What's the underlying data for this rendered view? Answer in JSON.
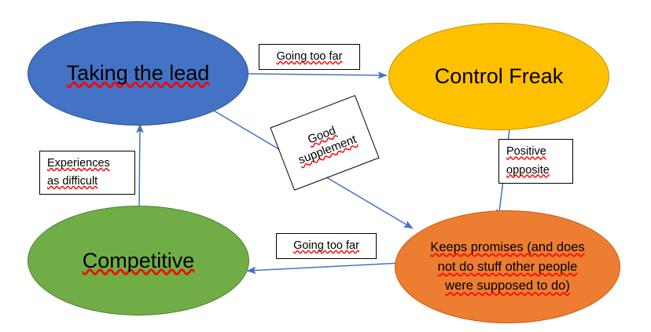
{
  "diagram": {
    "title": "Taking the lead / Control Freak / Competitive concept map",
    "background_color": "#FFFFFF",
    "connector_color": "#4472C4",
    "nodes": [
      {
        "id": "taking-the-lead",
        "label": "Taking the lead",
        "shape": "ellipse",
        "fill": "#4472C4",
        "stroke": "#2F528F",
        "text_color": "#000000"
      },
      {
        "id": "control-freak",
        "label": "Control Freak",
        "shape": "ellipse",
        "fill": "#FFC000",
        "stroke": "#BF9000",
        "text_color": "#000000"
      },
      {
        "id": "competitive",
        "label": "Competitive",
        "shape": "ellipse",
        "fill": "#70AD47",
        "stroke": "#507E32",
        "text_color": "#000000"
      },
      {
        "id": "keeps-promises",
        "label": "Keeps promises (and does not do stuff other people were supposed to do)",
        "label_line1": "Keeps promises (and does not",
        "label_line2": "do stuff other people were",
        "label_line3": "supposed to do)",
        "shape": "ellipse",
        "fill": "#ED7D31",
        "stroke": "#C55A11",
        "text_color": "#000000"
      }
    ],
    "edges": [
      {
        "id": "taking-the-lead-to-control-freak",
        "from": "taking-the-lead",
        "to": "control-freak",
        "label": "Going too far"
      },
      {
        "id": "taking-the-lead-to-keeps-promises",
        "from": "taking-the-lead",
        "to": "keeps-promises",
        "label": "Good supplement",
        "label_line1": "Good",
        "label_line2": "supplement",
        "label_rotated": true
      },
      {
        "id": "control-freak-to-keeps-promises",
        "from": "control-freak",
        "to": "keeps-promises",
        "label": "Positive opposite",
        "label_line1": "Positive",
        "label_line2": "opposite"
      },
      {
        "id": "keeps-promises-to-competitive",
        "from": "keeps-promises",
        "to": "competitive",
        "label": "Going too far"
      },
      {
        "id": "competitive-to-taking-the-lead",
        "from": "competitive",
        "to": "taking-the-lead",
        "label": "Experiences as difficult",
        "label_line1": "Experiences",
        "label_line2": "as difficult"
      }
    ]
  }
}
